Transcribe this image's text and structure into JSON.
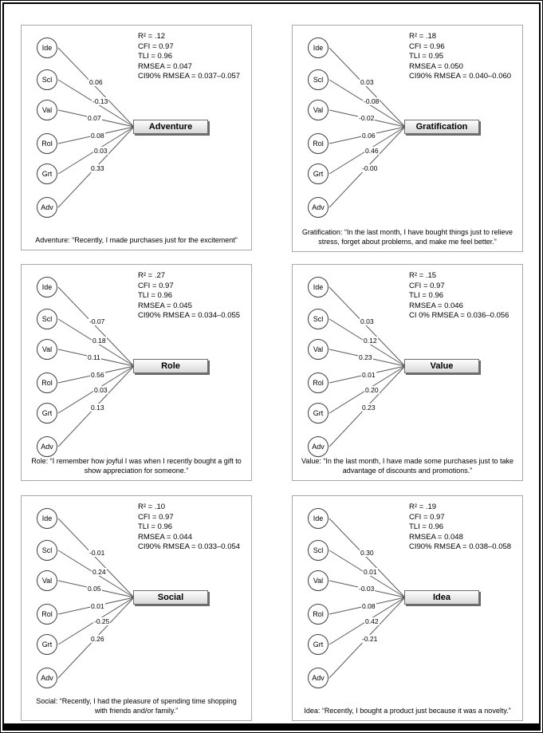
{
  "indicators": [
    "Ide",
    "Scl",
    "Val",
    "Rol",
    "Grt",
    "Adv"
  ],
  "panels": [
    {
      "construct": "Adventure",
      "stats": [
        "R² = .12",
        "CFI = 0.97",
        "TLI = 0.96",
        "RMSEA = 0.047",
        "CI90% RMSEA = 0.037–0.057"
      ],
      "coefficients": [
        "0.06",
        "-0.13",
        "0.07",
        "0.08",
        "0.03",
        "0.33"
      ],
      "caption": "Adventure: “Recently, I made purchases just for the excitement”"
    },
    {
      "construct": "Gratification",
      "stats": [
        "R² = .18",
        "CFI = 0.96",
        "TLI = 0.95",
        "RMSEA = 0.050",
        "CI90% RMSEA = 0.040–0.060"
      ],
      "coefficients": [
        "0.03",
        "-0.08",
        "-0.02",
        "0.06",
        "0.46",
        "-0.00"
      ],
      "caption": "Gratification: “In the last month, I have bought things just to relieve stress, forget about problems, and make me feel better.”"
    },
    {
      "construct": "Role",
      "stats": [
        "R² = .27",
        "CFI = 0.97",
        "TLI = 0.96",
        "RMSEA = 0.045",
        "CI90% RMSEA = 0.034–0.055"
      ],
      "coefficients": [
        "-0.07",
        "0.18",
        "0.11",
        "0.56",
        "0.03",
        "0.13"
      ],
      "caption": "Role: “I remember how joyful I was when I recently bought a gift to show appreciation for someone.”"
    },
    {
      "construct": "Value",
      "stats": [
        "R² = .15",
        "CFI = 0.97",
        "TLI = 0.96",
        "RMSEA = 0.046",
        "CI 0% RMSEA = 0.036–0.056"
      ],
      "coefficients": [
        "0.03",
        "0.12",
        "0.23",
        "0.01",
        "0.20",
        "0.23"
      ],
      "caption": "Value: “In the last month, I have made some purchases just to take advantage of discounts and promotions.”"
    },
    {
      "construct": "Social",
      "stats": [
        "R² = .10",
        "CFI = 0.97",
        "TLI = 0.96",
        "RMSEA = 0.044",
        "CI90% RMSEA = 0.033–0.054"
      ],
      "coefficients": [
        "-0.01",
        "0.24",
        "0.05",
        "0.01",
        "-0.25",
        "0.26"
      ],
      "caption": "Social: “Recently, I had the pleasure of spending time shopping with friends and/or family.”"
    },
    {
      "construct": "Idea",
      "stats": [
        "R² = .19",
        "CFI = 0.97",
        "TLI = 0.96",
        "RMSEA = 0.048",
        "CI90% RMSEA = 0.038–0.058"
      ],
      "coefficients": [
        "0.30",
        "0.01",
        "-0.03",
        "0.08",
        "0.42",
        "-0.21"
      ],
      "caption": "Idea: “Recently, I bought a product just because it was a novelty.”"
    }
  ]
}
